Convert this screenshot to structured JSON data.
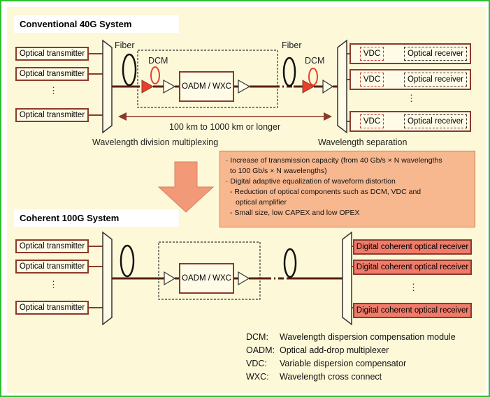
{
  "titles": {
    "top": "Conventional 40G System",
    "bottom": "Coherent 100G System"
  },
  "top": {
    "transmitters": [
      "Optical transmitter",
      "Optical transmitter",
      "Optical transmitter"
    ],
    "tx_dots": "⋮",
    "fiber1": "Fiber",
    "fiber2": "Fiber",
    "dcm1": "DCM",
    "dcm2": "DCM",
    "oadm": "OADM / WXC",
    "distance": "100 km to 1000 km or longer",
    "wdm": "Wavelength division multiplexing",
    "separation": "Wavelength separation",
    "vdc": [
      "VDC",
      "VDC",
      "VDC"
    ],
    "receivers": [
      "Optical receiver",
      "Optical receiver",
      "Optical receiver"
    ],
    "rx_dots": "⋮"
  },
  "notes": [
    "· Increase of transmission capacity (from 40 Gb/s × N wavelengths",
    "  to 100 Gb/s × N wavelengths)",
    "· Digital adaptive equalization of waveform distortion",
    "  - Reduction of optical components such as DCM, VDC and",
    "    optical amplifier",
    "  - Small size, low CAPEX and low OPEX"
  ],
  "bottom": {
    "transmitters": [
      "Optical transmitter",
      "Optical transmitter",
      "Optical transmitter"
    ],
    "tx_dots": "⋮",
    "oadm": "OADM / WXC",
    "receivers": [
      "Digital coherent optical receiver",
      "Digital coherent optical receiver",
      "Digital coherent optical receiver"
    ],
    "rx_dots": "⋮"
  },
  "legend": [
    {
      "key": "DCM:",
      "value": "Wavelength dispersion compensation module"
    },
    {
      "key": "OADM:",
      "value": "Optical add-drop multiplexer"
    },
    {
      "key": "VDC:",
      "value": "Variable dispersion compensator"
    },
    {
      "key": "WXC:",
      "value": "Wavelength cross connect"
    }
  ],
  "colors": {
    "accent_red": "#e8402a",
    "box_border": "#8b3a2a",
    "panel": "#fcf8d8",
    "note_bg": "#f7b78f",
    "arrow": "#f29a78"
  }
}
